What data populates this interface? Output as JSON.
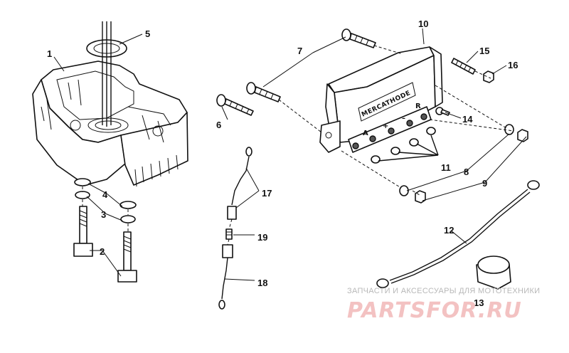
{
  "callouts": [
    "1",
    "2",
    "3",
    "4",
    "5",
    "6",
    "7",
    "8",
    "9",
    "10",
    "11",
    "12",
    "13",
    "14",
    "15",
    "16",
    "17",
    "18",
    "19"
  ],
  "device": {
    "brand": "MERCATHODE",
    "terminal_a": "A",
    "terminal_plus": "+",
    "terminal_minus": "–",
    "terminal_r": "R"
  },
  "watermark": {
    "caption": "ЗАПЧАСТИ И АКСЕССУАРЫ ДЛЯ МОТОТЕХНИКИ",
    "logo": "PARTSFOR.RU",
    "color": "#f3c2c2"
  }
}
